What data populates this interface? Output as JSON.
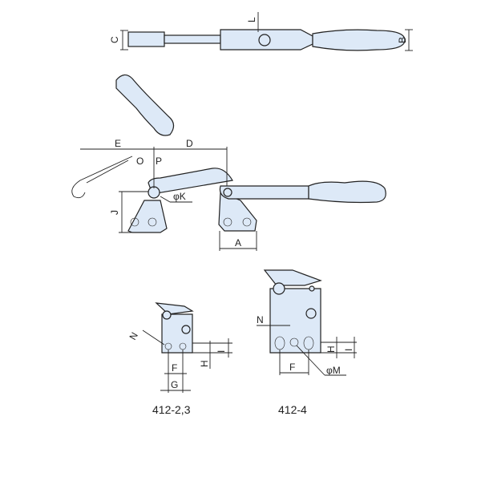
{
  "labels": {
    "C": "C",
    "L": "L",
    "B": "B",
    "E": "E",
    "D": "D",
    "O": "O",
    "P": "P",
    "K": "φK",
    "J": "J",
    "A": "A",
    "N1": "N",
    "F1": "F",
    "G": "G",
    "H1": "H",
    "I1": "I",
    "N2": "N",
    "F2": "F",
    "H2": "H",
    "I2": "I",
    "M": "φM"
  },
  "captions": {
    "variant_a": "412-2,3",
    "variant_b": "412-4"
  },
  "colors": {
    "part_fill": "#dde9f7",
    "line": "#222222"
  }
}
